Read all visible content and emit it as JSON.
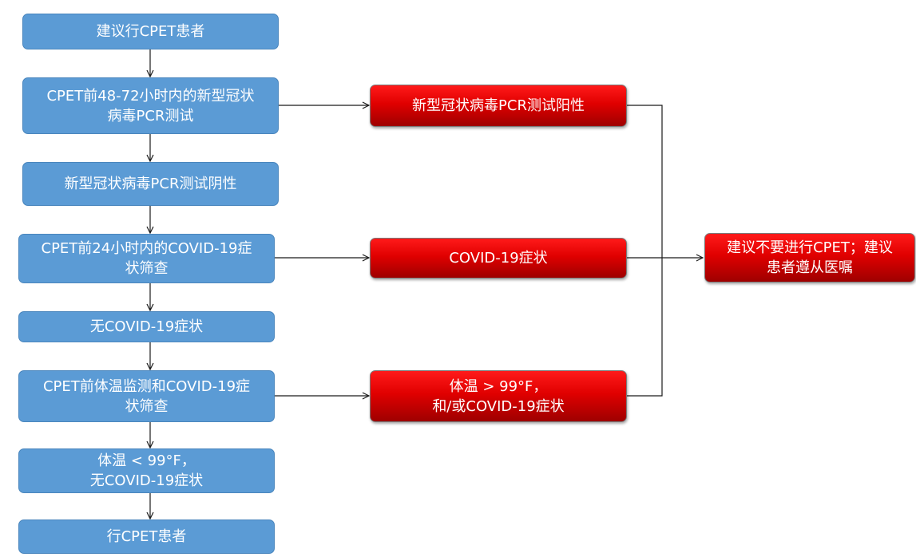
{
  "left_flow": {
    "step1": "建议行CPET患者",
    "step2_line1": "CPET前48-72小时内的新型冠状",
    "step2_line2": "病毒PCR测试",
    "step3": "新型冠状病毒PCR测试阴性",
    "step4_line1": "CPET前24小时内的COVID-19症",
    "step4_line2": "状筛查",
    "step5": "无COVID-19症状",
    "step6_line1": "CPET前体温监测和COVID-19症",
    "step6_line2": "状筛查",
    "step7_line1": "体温 < 99°F，",
    "step7_line2": "无COVID-19症状",
    "step8": "行CPET患者"
  },
  "exclusion_flow": {
    "pcr_positive": "新型冠状病毒PCR测试阳性",
    "covid_symptoms": "COVID-19症状",
    "temp_line1": "体温 > 99°F，",
    "temp_line2": "和/或COVID-19症状"
  },
  "outcome": {
    "line1": "建议不要进行CPET；建议",
    "line2": "患者遵从医嘱"
  },
  "colors": {
    "blue_box": "#5b9bd5",
    "red_box": "#e00000",
    "connector": "#1a1a1a"
  }
}
